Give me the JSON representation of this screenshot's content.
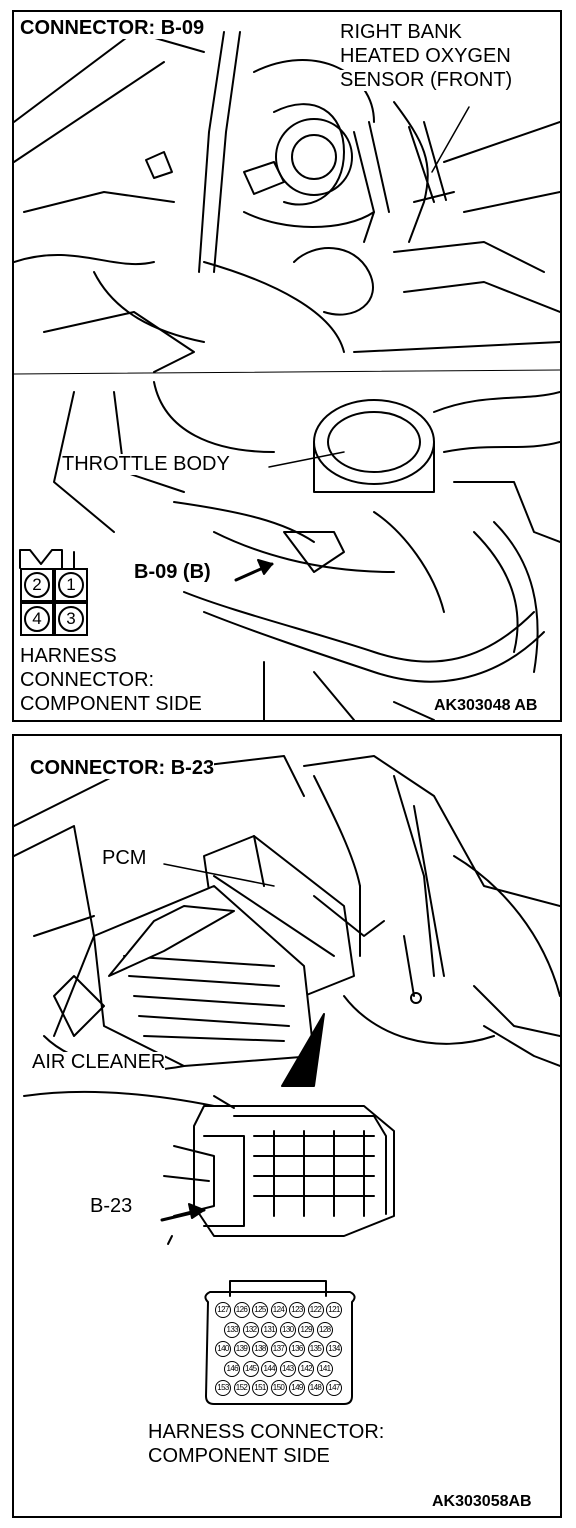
{
  "panel1": {
    "title": "CONNECTOR: B-09",
    "sensor_label_line1": "RIGHT BANK",
    "sensor_label_line2": "HEATED OXYGEN",
    "sensor_label_line3": "SENSOR (FRONT)",
    "throttle_label": "THROTTLE BODY",
    "connector_callout": "B-09 (B)",
    "pins": [
      "2",
      "1",
      "4",
      "3"
    ],
    "side_line1": "HARNESS",
    "side_line2": "CONNECTOR:",
    "side_line3": "COMPONENT SIDE",
    "figure_id": "AK303048 AB"
  },
  "panel2": {
    "title": "CONNECTOR: B-23",
    "pcm_label": "PCM",
    "air_cleaner_label": "AIR CLEANER",
    "connector_callout": "B-23",
    "pin_rows": [
      [
        "127",
        "126",
        "125",
        "124",
        "123",
        "122",
        "121"
      ],
      [
        "133",
        "132",
        "131",
        "130",
        "129",
        "128"
      ],
      [
        "140",
        "139",
        "138",
        "137",
        "136",
        "135",
        "134"
      ],
      [
        "146",
        "145",
        "144",
        "143",
        "142",
        "141"
      ],
      [
        "153",
        "152",
        "151",
        "150",
        "149",
        "148",
        "147"
      ]
    ],
    "side_line1": "HARNESS CONNECTOR:",
    "side_line2": "COMPONENT SIDE",
    "figure_id": "AK303058AB"
  }
}
